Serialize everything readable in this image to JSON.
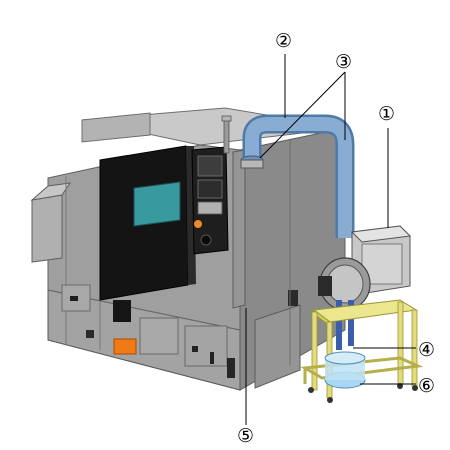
{
  "callouts": [
    {
      "id": "c1",
      "label": "①"
    },
    {
      "id": "c2",
      "label": "②"
    },
    {
      "id": "c3",
      "label": "③"
    },
    {
      "id": "c4",
      "label": "④"
    },
    {
      "id": "c5",
      "label": "⑤"
    },
    {
      "id": "c6",
      "label": "⑥"
    }
  ],
  "colors": {
    "machine_body": "#a6a6a6",
    "machine_dark": "#7d7d7d",
    "machine_light": "#c4c4c4",
    "door_black": "#111111",
    "screen_teal": "#3a9aa0",
    "duct_blue": "#7fa6cf",
    "duct_blue_dark": "#4f79a6",
    "stand_yellow": "#e9e38a",
    "stand_yellow_dark": "#b9b24e",
    "chip_orange": "#f07a16",
    "tank_blue": "#9fd2ee"
  }
}
